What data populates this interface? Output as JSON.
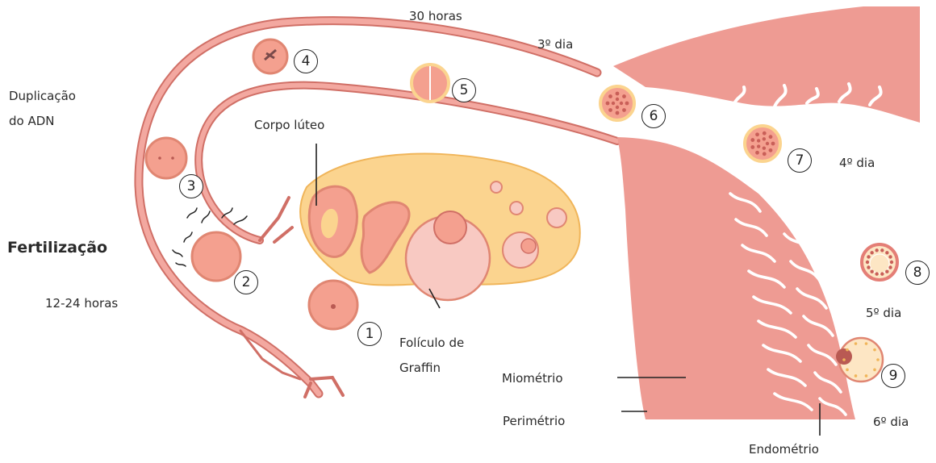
{
  "labels": {
    "hours_30": "30 horas",
    "day_3": "3º dia",
    "duplication": [
      "Duplicação",
      "do ADN"
    ],
    "corpo_luteo": "Corpo lúteo",
    "fertilization": "Fertilização",
    "hours_12_24": "12-24 horas",
    "foliculo": [
      "Folículo de",
      "Graffin"
    ],
    "day_4": "4º dia",
    "day_5": "5º dia",
    "day_6": "6º dia",
    "miometrio": "Miométrio",
    "perimetrio": "Perimétrio",
    "endometrio": "Endométrio"
  },
  "stages": [
    "1",
    "2",
    "3",
    "4",
    "5",
    "6",
    "7",
    "8",
    "9"
  ],
  "colors": {
    "tube_fill": "#f3a8a0",
    "tube_outline": "#d06f66",
    "uterus": "#ee9b93",
    "ovary": "#fbd48f",
    "embryo": "#e47e76",
    "lines": "#222222"
  }
}
